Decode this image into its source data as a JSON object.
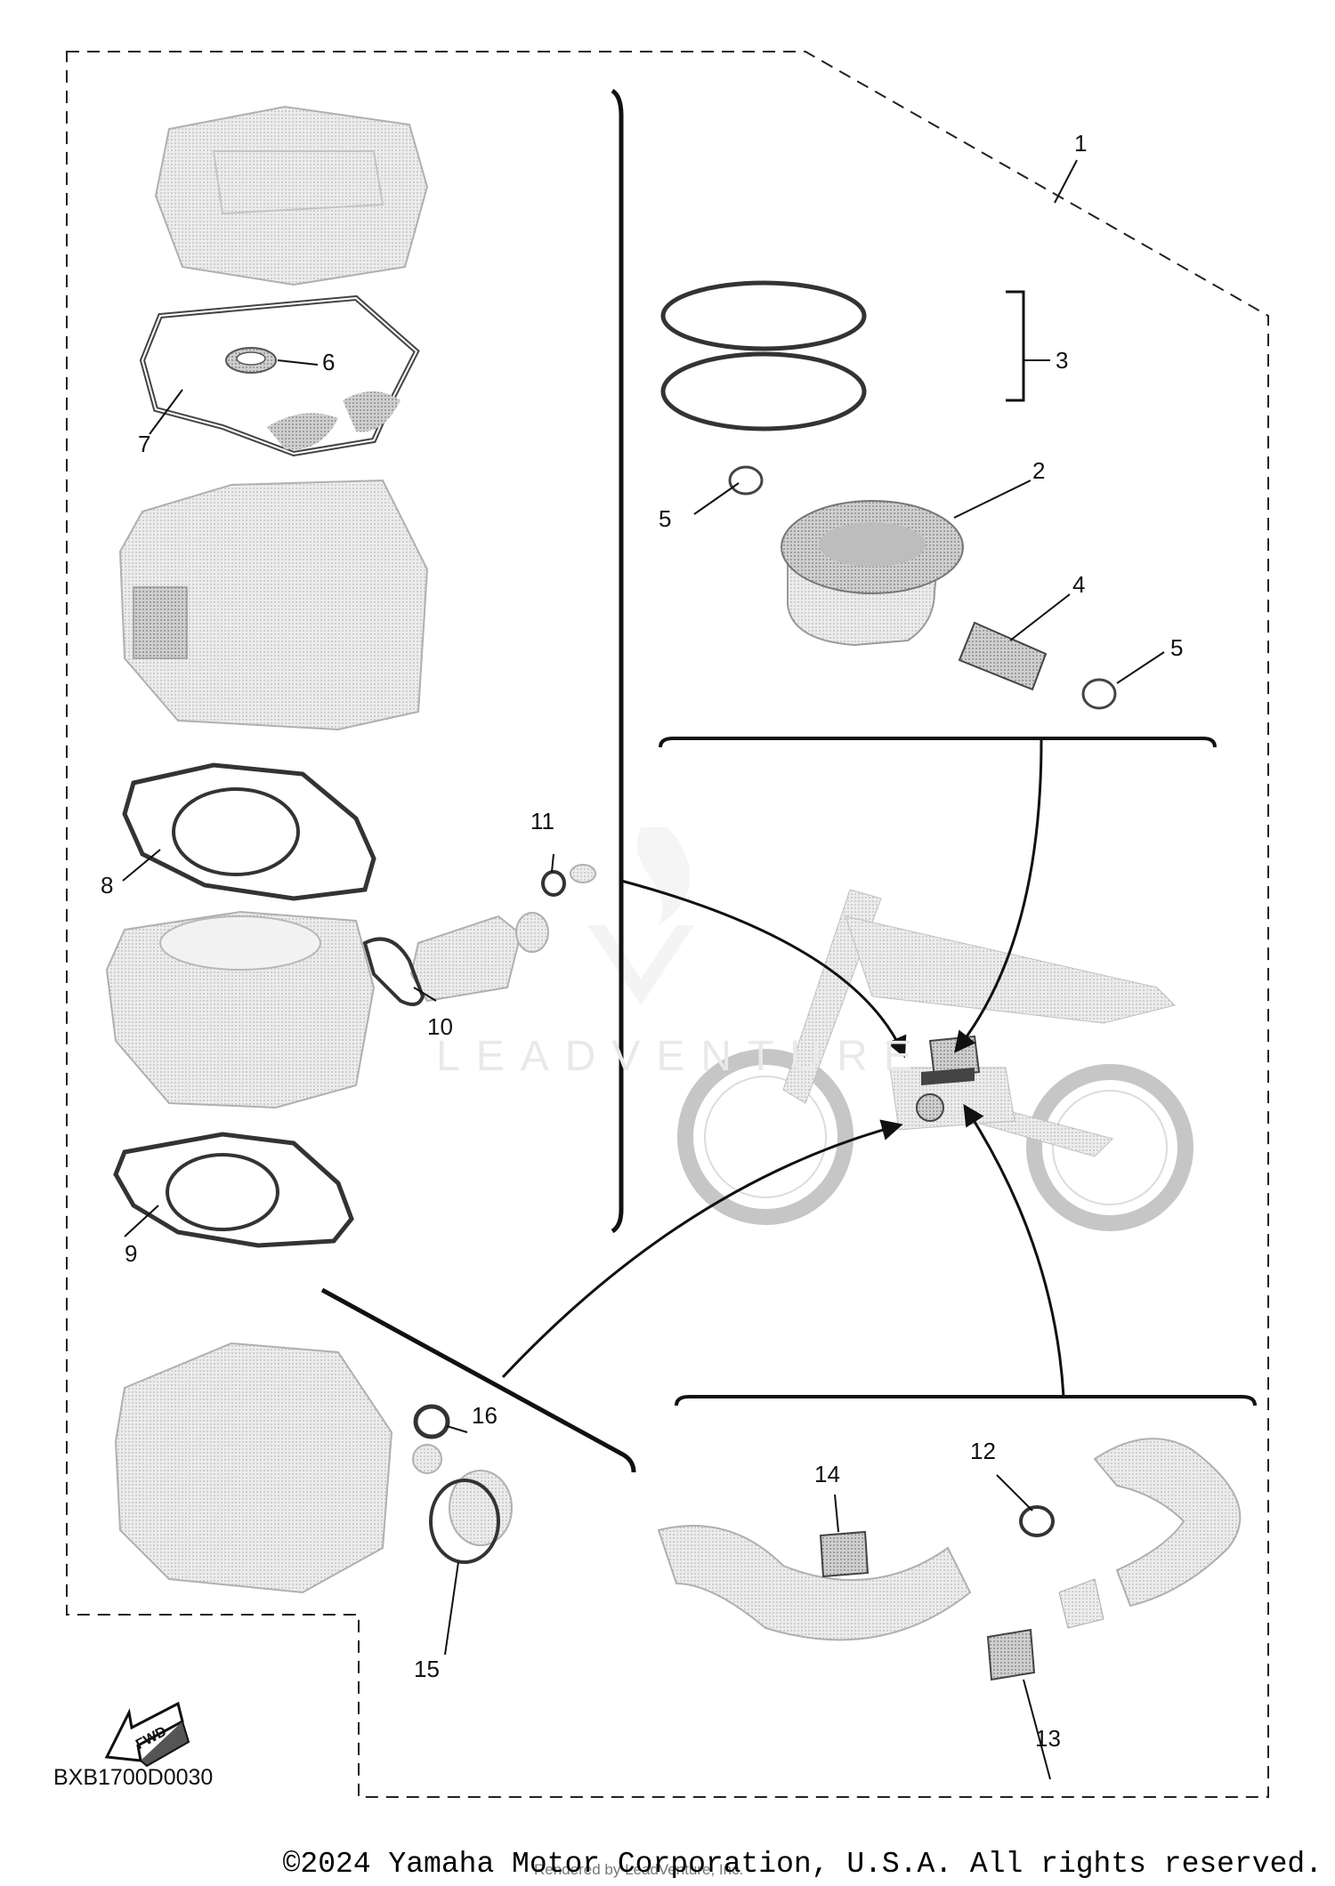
{
  "callouts": {
    "c1": "1",
    "c2": "2",
    "c3": "3",
    "c4": "4",
    "c5a": "5",
    "c5b": "5",
    "c6": "6",
    "c7": "7",
    "c8": "8",
    "c9": "9",
    "c10": "10",
    "c11": "11",
    "c12": "12",
    "c13": "13",
    "c14": "14",
    "c15": "15",
    "c16": "16"
  },
  "fwd_label": "FWD",
  "diagram_code": "BXB1700D0030",
  "copyright": "©2024 Yamaha Motor Corporation, U.S.A. All rights reserved.",
  "rendered_by": "Rendered by LeadVenture, Inc.",
  "watermark": "LEADVENTURE",
  "colors": {
    "line": "#111111",
    "part_fill": "#d9d9d9",
    "part_edge": "#9a9a9a"
  }
}
